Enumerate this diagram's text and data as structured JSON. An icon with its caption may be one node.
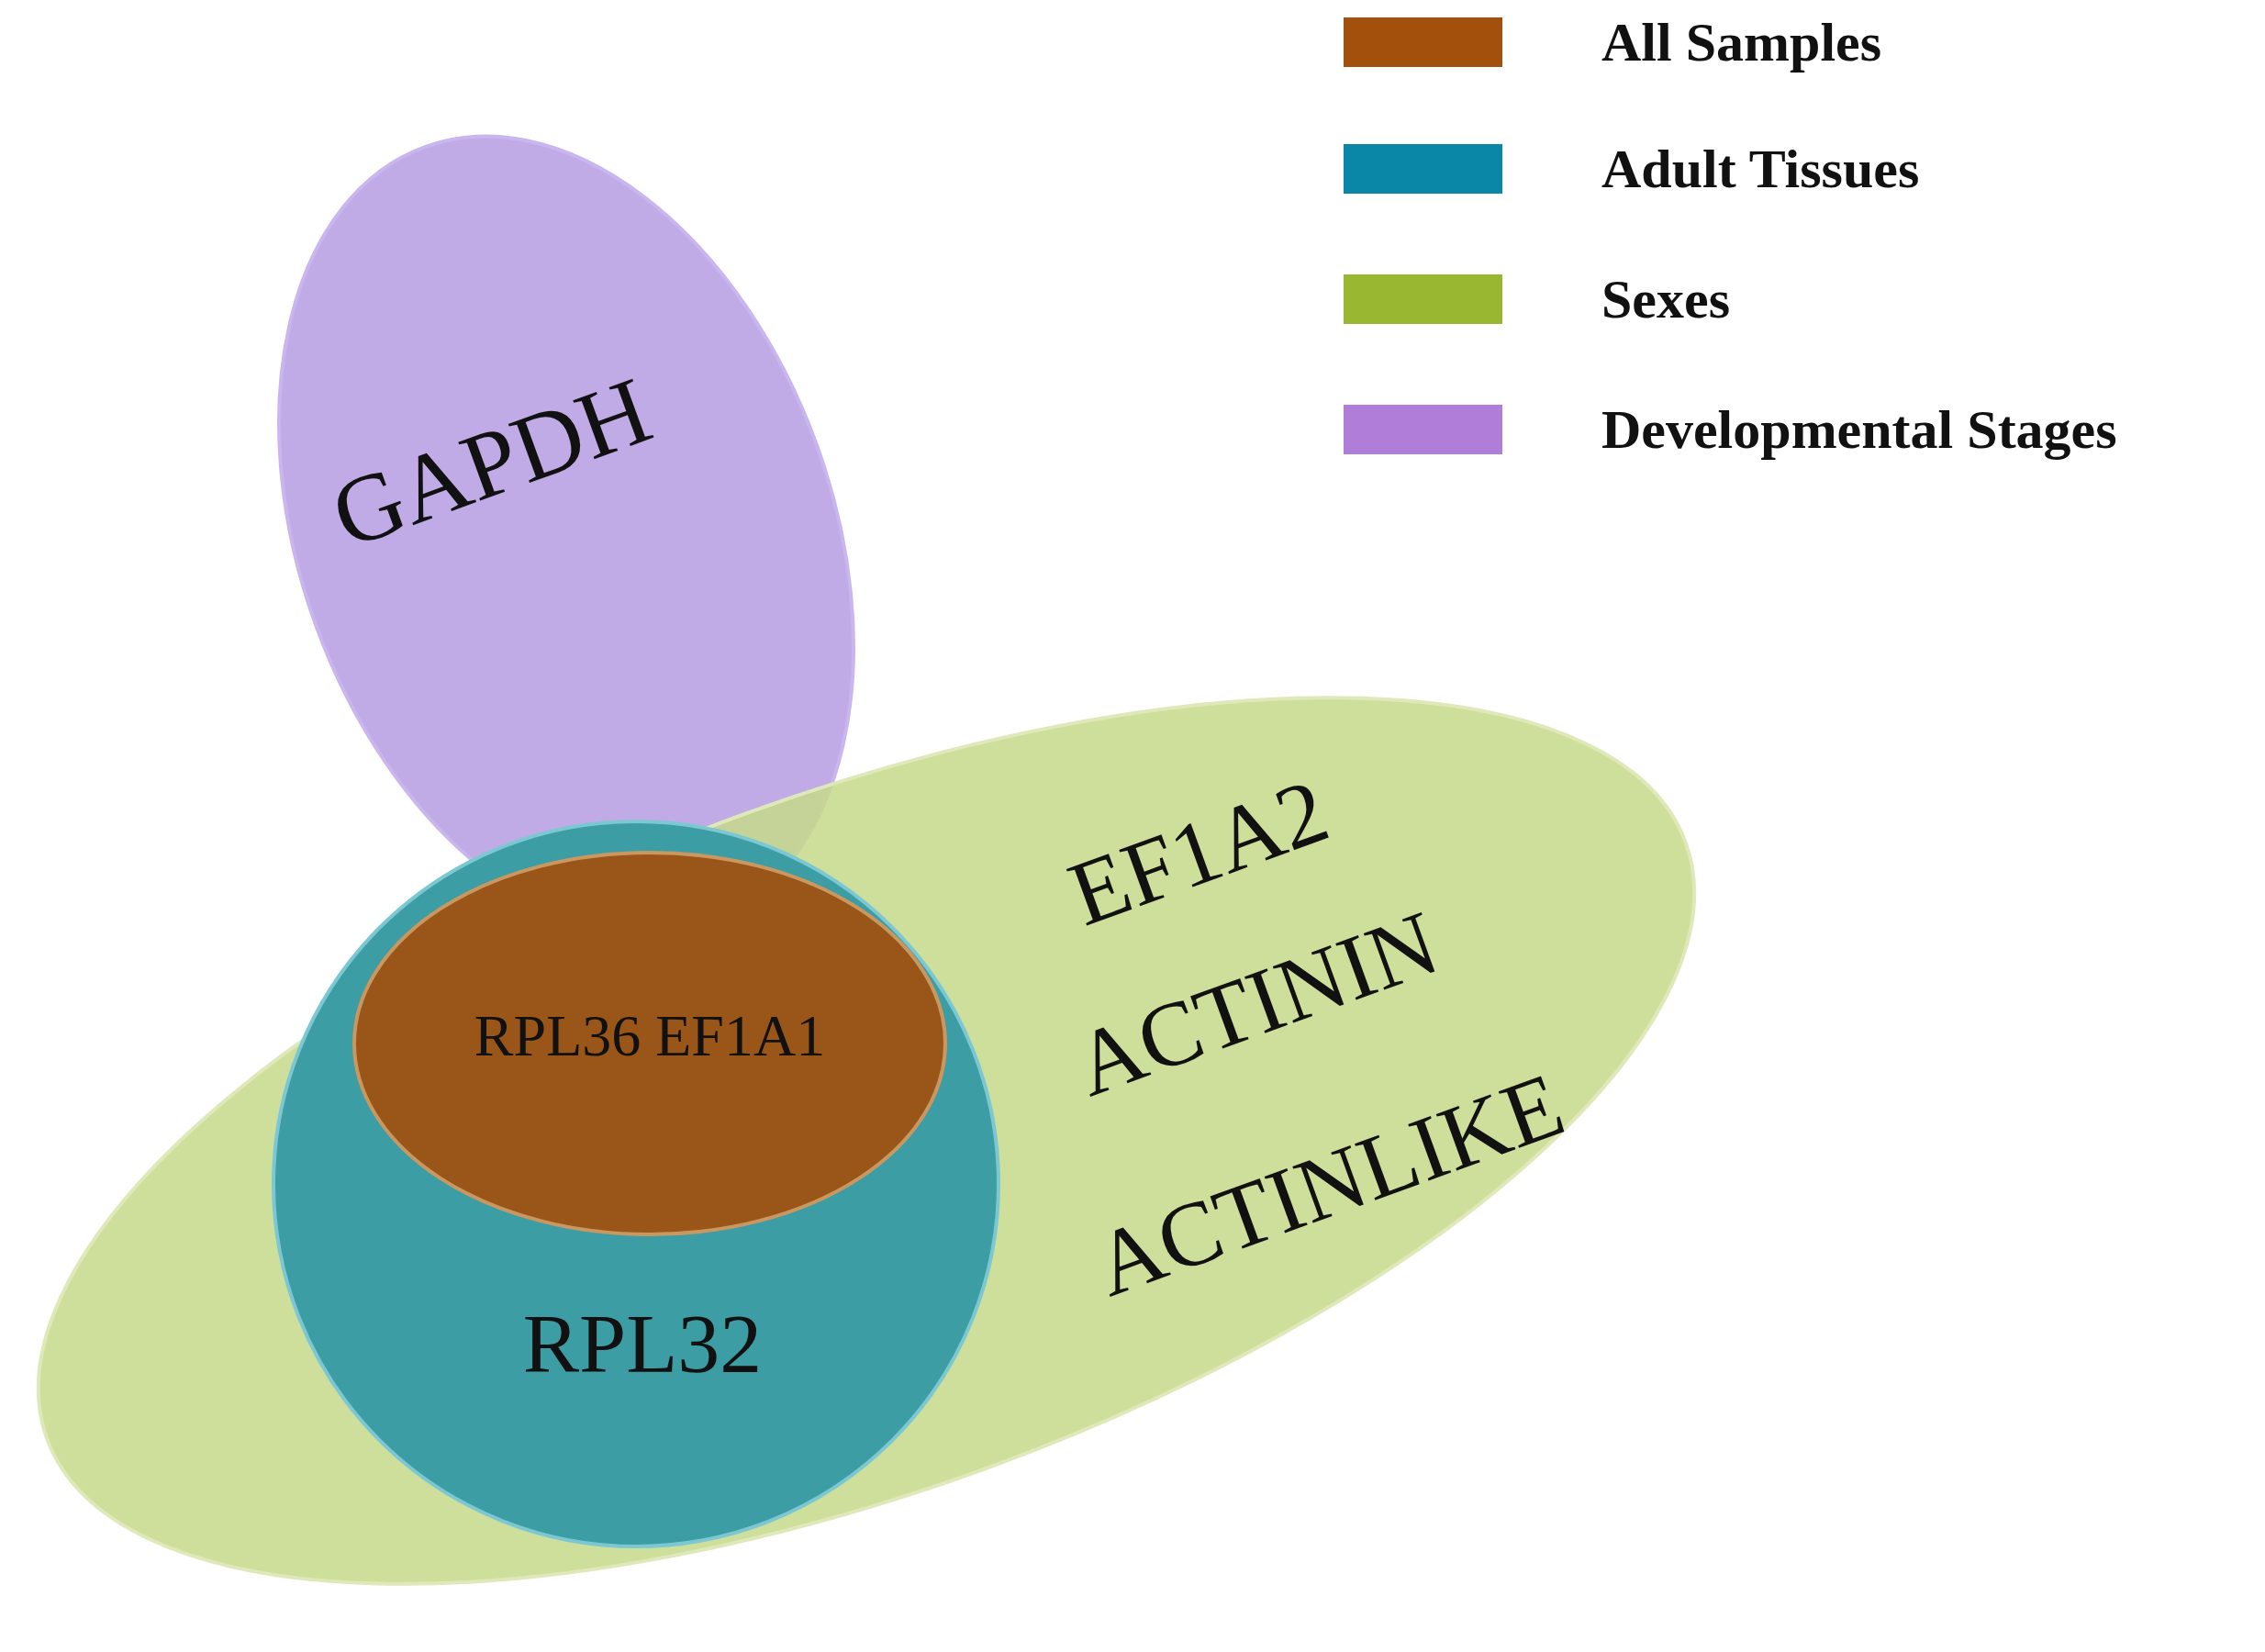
{
  "diagram": {
    "nodes": [
      {
        "text": [
          "GAPDH"
        ]
      },
      {
        "text": [
          "EF1A2",
          "ACTININ",
          "ACTINLIKE"
        ]
      },
      {
        "text": [
          "RPL32"
        ],
        "in": 1
      },
      {
        "text": [
          "RPL36 EF1A1"
        ],
        "in": 2
      }
    ],
    "legend": [
      {
        "text": "All Samples",
        "color": "#a3500c"
      },
      {
        "text": "Adult Tissues",
        "color": "#0a86a6"
      },
      {
        "text": "Sexes",
        "color": "#9ab732"
      },
      {
        "text": "Developmental Stages",
        "color": "#b07ed8"
      }
    ]
  }
}
